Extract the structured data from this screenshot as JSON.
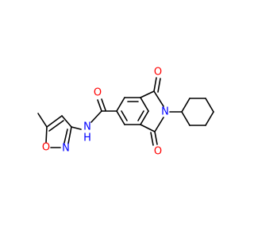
{
  "molecule": {
    "colors": {
      "bond": "#000000",
      "oxygen": "#ff0000",
      "nitrogen": "#0000ff",
      "background": "#ffffff"
    },
    "atom_labels": {
      "isoxazole_oxygen": "O",
      "isoxazole_nitrogen": "N",
      "amide_nitrogen": "N",
      "amide_hydrogen": "H",
      "amide_carbonyl_oxygen": "O",
      "imide_nitrogen": "N",
      "imide_oxygen_top": "O",
      "imide_oxygen_bottom": "O"
    }
  }
}
